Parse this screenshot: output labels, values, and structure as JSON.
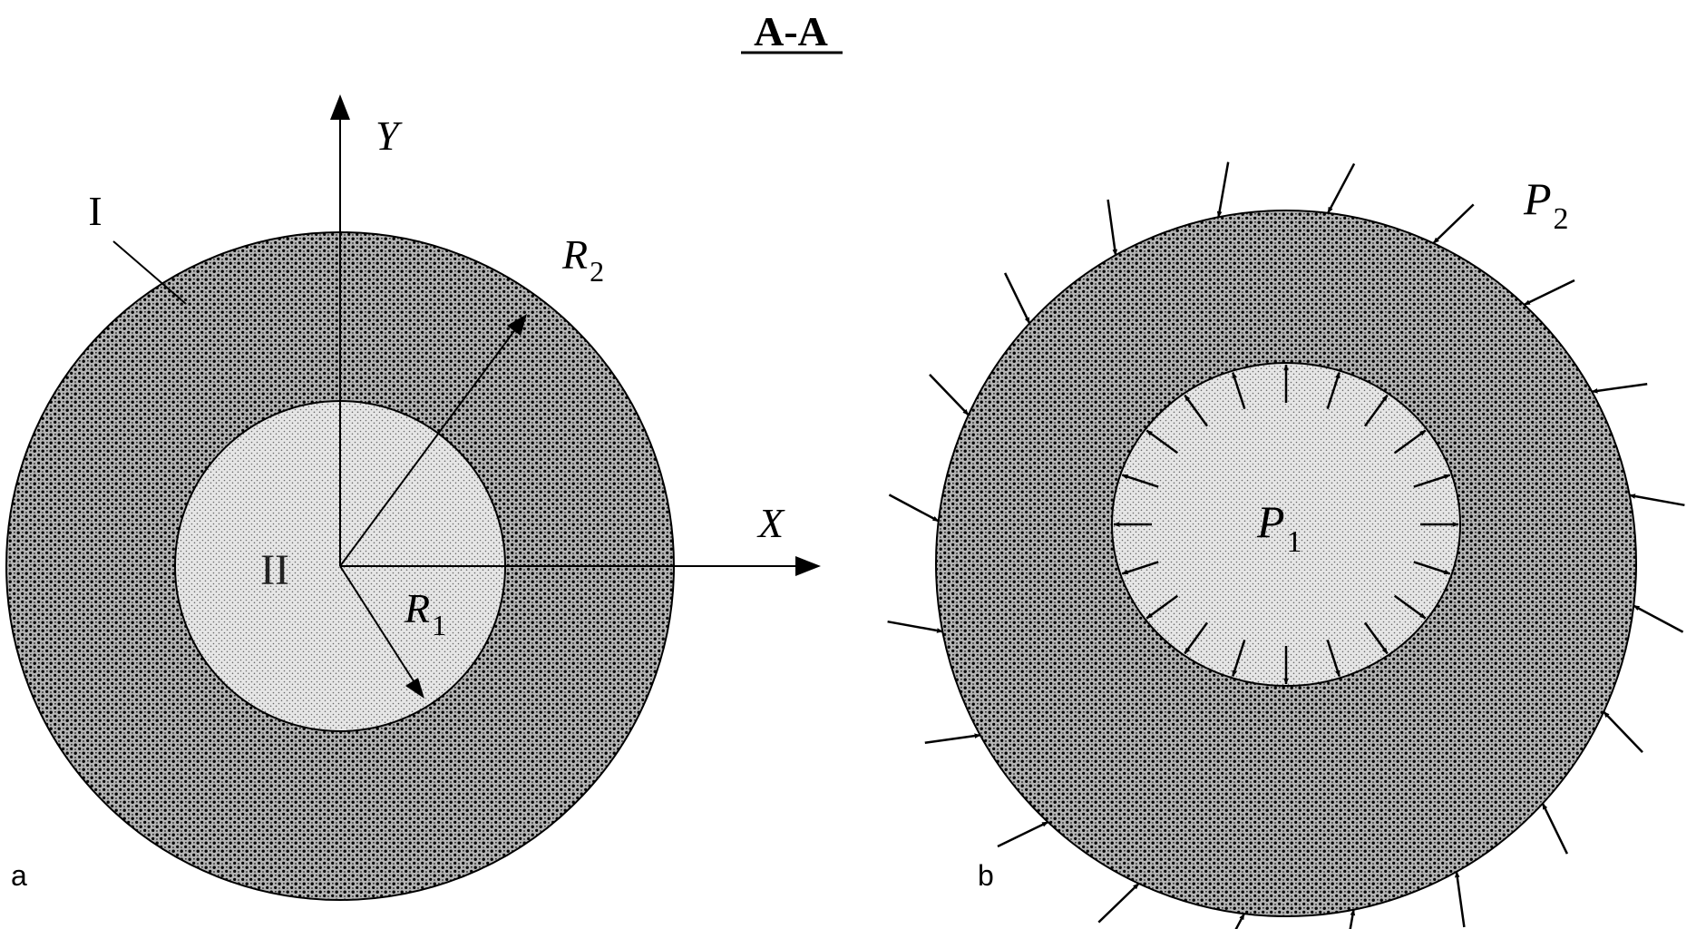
{
  "title": "A-A",
  "panel_a": {
    "label": "a",
    "outer_layer_label": "I",
    "inner_layer_label": "II",
    "x_axis_label": "X",
    "y_axis_label": "Y",
    "outer_radius_label": {
      "main": "R",
      "sub": "2"
    },
    "inner_radius_label": {
      "main": "R",
      "sub": "1"
    }
  },
  "panel_b": {
    "label": "b",
    "inner_pressure_label": {
      "main": "P",
      "sub": "1"
    },
    "outer_pressure_label": {
      "main": "P",
      "sub": "2"
    },
    "inner_pressure_arrow_count": 20,
    "outer_pressure_arrow_count": 20
  },
  "colors": {
    "outer_fill": "#8f8f8f",
    "inner_fill": "#d2d2d2",
    "stroke": "#000000"
  }
}
